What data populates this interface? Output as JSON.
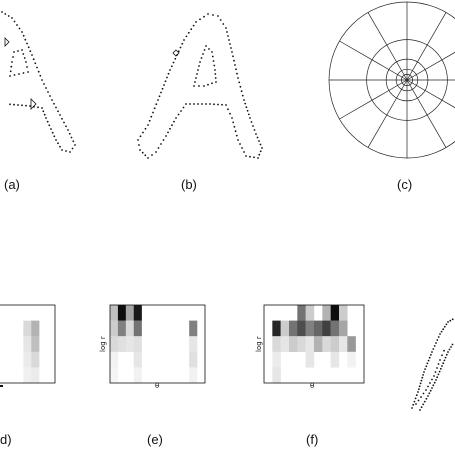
{
  "captions": {
    "a": "(a)",
    "b": "(b)",
    "c": "(c)",
    "d": "d)",
    "e": "(e)",
    "f": "(f)"
  },
  "histogram_axes": {
    "y_label": "log r",
    "x_label": "θ"
  },
  "polar_diagram": {
    "rings": 5,
    "sectors": 12
  },
  "histograms": {
    "d": {
      "rows": 5,
      "cols": 12,
      "cells": [
        [
          0,
          0,
          0,
          0,
          0,
          0,
          0,
          0,
          0,
          0,
          0,
          0
        ],
        [
          0,
          0,
          0,
          0,
          0,
          0,
          0,
          0,
          0.15,
          0.3,
          0,
          0
        ],
        [
          0,
          0,
          0,
          0,
          0,
          0,
          0,
          0,
          0.1,
          0.25,
          0,
          0
        ],
        [
          0,
          0,
          0,
          0,
          0,
          0,
          0,
          0,
          0.08,
          0.15,
          0,
          0
        ],
        [
          0,
          0,
          0,
          0,
          0,
          0,
          0,
          0,
          0.06,
          0.08,
          0,
          0
        ]
      ]
    },
    "e": {
      "rows": 5,
      "cols": 12,
      "cells": [
        [
          0.25,
          0.95,
          0.35,
          0.9,
          0,
          0,
          0,
          0,
          0,
          0,
          0,
          0
        ],
        [
          0.2,
          0.5,
          0.15,
          0.55,
          0,
          0,
          0,
          0,
          0,
          0,
          0.5,
          0
        ],
        [
          0.15,
          0.12,
          0.1,
          0.12,
          0,
          0,
          0,
          0,
          0,
          0,
          0.1,
          0
        ],
        [
          0.05,
          0,
          0,
          0.1,
          0,
          0,
          0,
          0,
          0,
          0,
          0.12,
          0
        ],
        [
          0.04,
          0,
          0,
          0.05,
          0,
          0,
          0,
          0,
          0,
          0,
          0.05,
          0
        ]
      ]
    },
    "f": {
      "rows": 5,
      "cols": 12,
      "cells": [
        [
          0,
          0,
          0,
          0,
          0.55,
          0.2,
          0,
          0.3,
          0.95,
          0.2,
          0,
          0
        ],
        [
          0,
          0.85,
          0.2,
          0.55,
          0.7,
          0.5,
          0.6,
          0.75,
          0.55,
          0.35,
          0,
          0
        ],
        [
          0,
          0.15,
          0.1,
          0.2,
          0.15,
          0.1,
          0.3,
          0.15,
          0.2,
          0.1,
          0.4,
          0
        ],
        [
          0,
          0.08,
          0,
          0,
          0,
          0.1,
          0,
          0,
          0.1,
          0,
          0.05,
          0
        ],
        [
          0,
          0.1,
          0,
          0,
          0,
          0,
          0,
          0,
          0,
          0,
          0,
          0
        ]
      ]
    }
  }
}
